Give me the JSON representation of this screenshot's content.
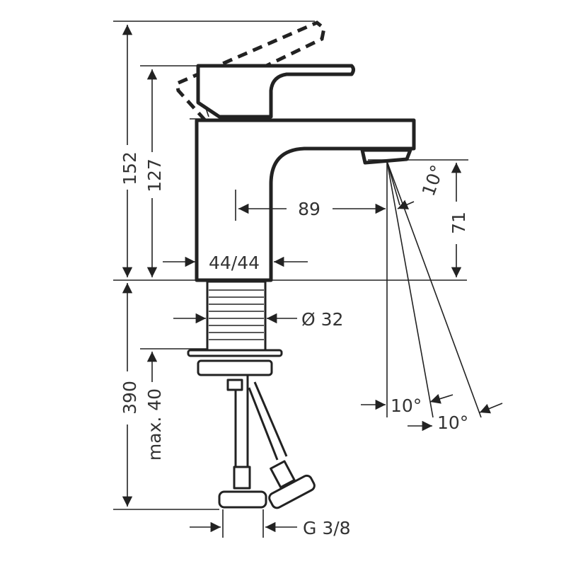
{
  "drawing": {
    "title": "Basin mixer dimension drawing",
    "dimensions": {
      "total_height": "152",
      "spout_height": "127",
      "spout_reach": "89",
      "body_width": "44/44",
      "outlet_clearance": "71",
      "spray_angle_top": "10°",
      "spray_angle_1": "10°",
      "spray_angle_2": "10°",
      "shank_diameter": "Ø 32",
      "connection_length": "390",
      "max_deck_thickness": "max. 40",
      "connection_thread": "G 3/8"
    },
    "colors": {
      "line": "#222222",
      "text": "#333333",
      "background": "#ffffff"
    }
  }
}
